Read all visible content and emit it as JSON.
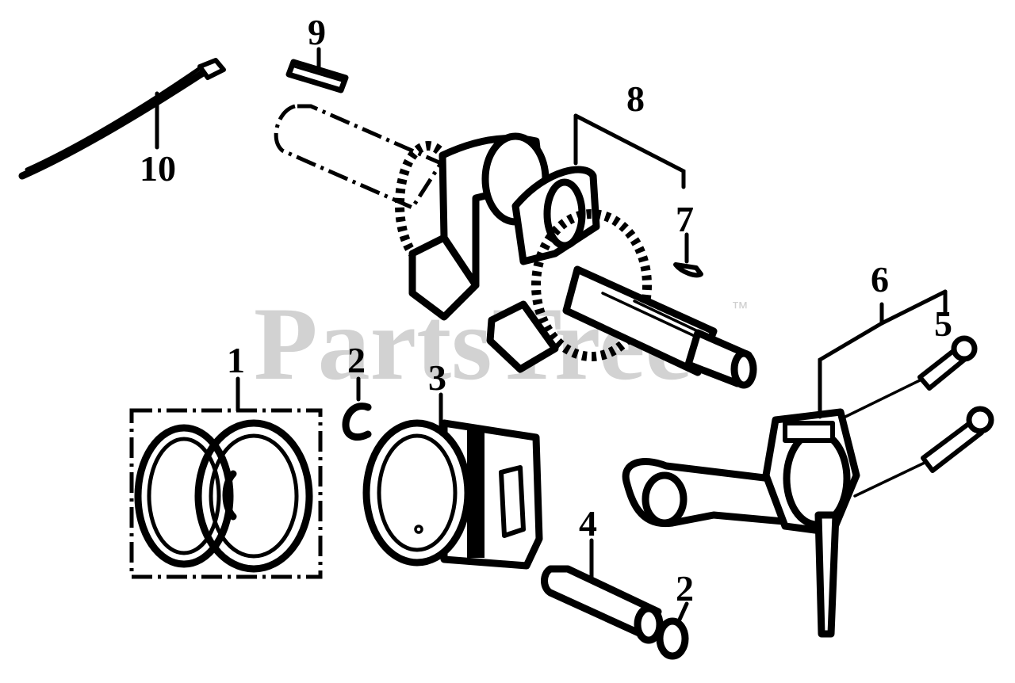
{
  "watermark": {
    "text": "PartsTree",
    "trademark": "™"
  },
  "callouts": {
    "c1": "1",
    "c2a": "2",
    "c2b": "2",
    "c3": "3",
    "c4": "4",
    "c5": "5",
    "c6": "6",
    "c7": "7",
    "c8": "8",
    "c9": "9",
    "c10": "10"
  }
}
